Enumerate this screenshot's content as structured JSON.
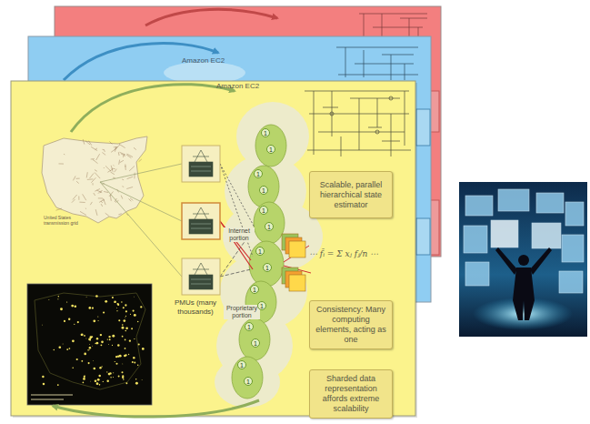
{
  "diagram": {
    "nodes": [
      {
        "text": [
          "Scalable, parallel hierarchical state estimator"
        ]
      },
      {
        "text": [
          "Consistency: Many computing elements, acting as one"
        ]
      },
      {
        "text": [
          "Sharded data representation affords extreme scalability"
        ]
      }
    ],
    "labels": [
      "Amazon EC2",
      "Amazon EC2",
      "United States transmission grid",
      "PMUs (many thousands)",
      "Internet portion",
      "Proprietary portion",
      "⋯ f̄ᵢ = Σ xⱼ fⱼ/n ⋯",
      "1",
      "1",
      "1",
      "1",
      "1",
      "1",
      "1",
      "1",
      "1",
      "1",
      "1",
      "1",
      "1",
      "1"
    ]
  }
}
